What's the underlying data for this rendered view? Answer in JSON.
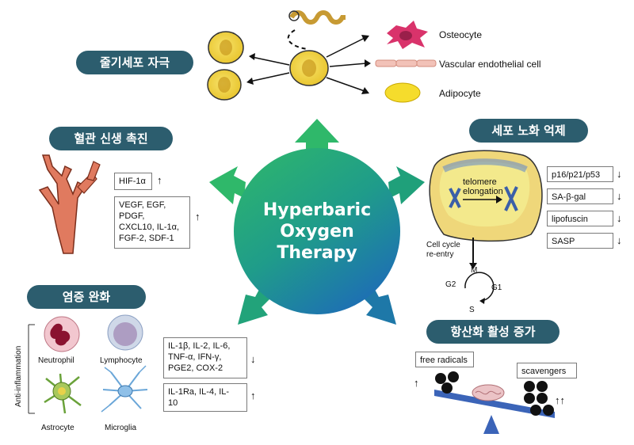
{
  "center": {
    "line1": "Hyperbaric",
    "line2": "Oxygen",
    "line3": "Therapy"
  },
  "sections": {
    "stem": {
      "title": "줄기세포 자극",
      "targets": [
        "Osteocyte",
        "Vascular endothelial cell",
        "Adipocyte"
      ]
    },
    "angio": {
      "title": "혈관 신생 촉진",
      "hif": "HIF-1α",
      "up_list": "VEGF, EGF,\nPDGF,\nCXCL10, IL-1α,\nFGF-2, SDF-1",
      "up_arrow": "↑",
      "hif_arrow": "↑"
    },
    "senescence": {
      "title": "세포 노화 억제",
      "telomere": "telomere\nelongation",
      "cell_cycle": "Cell cycle\nre-entry",
      "phases": [
        "M",
        "G2",
        "G1",
        "S"
      ],
      "markers": [
        "p16/p21/p53",
        "SA-β-gal",
        "lipofuscin",
        "SASP"
      ],
      "down_arrow": "↓"
    },
    "inflammation": {
      "title": "염증 완화",
      "side_label": "Anti-inflammation",
      "cells": [
        "Neutrophil",
        "Lymphocyte",
        "Astrocyte",
        "Microglia"
      ],
      "down_list": "IL-1β, IL-2, IL-6,\nTNF-α, IFN-γ,\nPGE2, COX-2",
      "up_list": "IL-1Ra, IL-4, IL-\n10",
      "down_arrow": "↓",
      "up_arrow": "↑"
    },
    "antioxidant": {
      "title": "항산화 활성 증가",
      "free_radicals": "free radicals",
      "scavengers": "scavengers",
      "up_single": "↑",
      "up_double": "↑↑"
    }
  },
  "colors": {
    "pill": "#2c5d6e",
    "center_top": "#2bb673",
    "center_bottom": "#1f6fb2",
    "cell_yellow": "#f3d54a",
    "balance_beam": "#3b64b8"
  }
}
